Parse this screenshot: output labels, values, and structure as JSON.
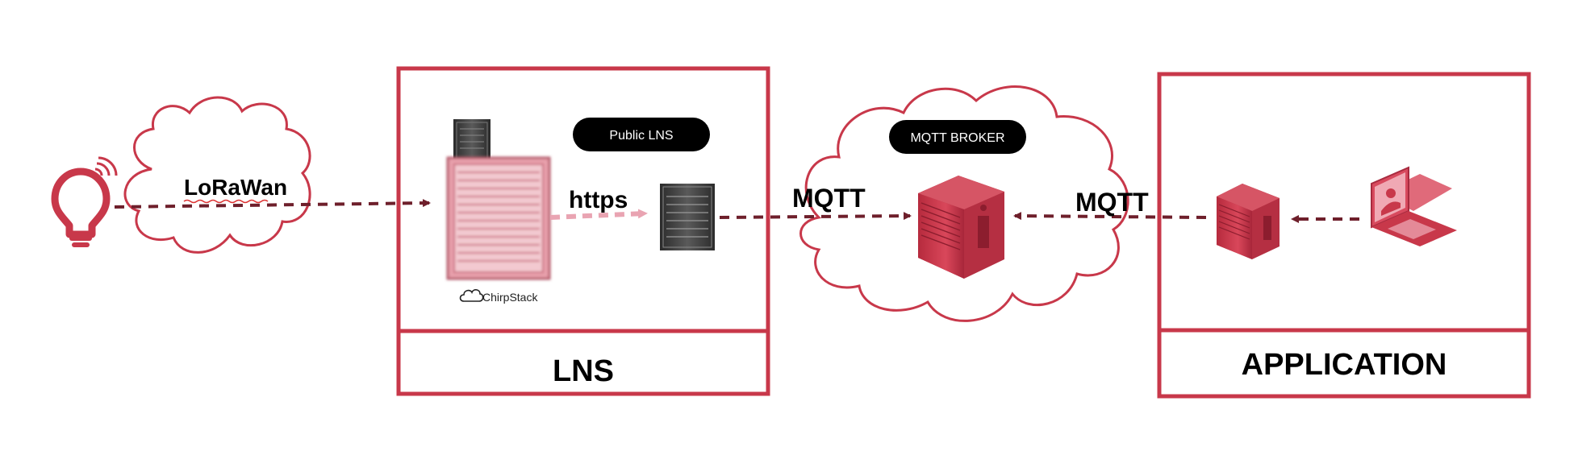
{
  "diagram": {
    "device": {
      "icon": "lightbulb-wireless-icon"
    },
    "lorawan_cloud": {
      "label": "LoRaWan"
    },
    "lns_box": {
      "badge": "Public LNS",
      "brand": "ChirpStack",
      "brand_icon": "cloud-icon",
      "footer_label": "LNS"
    },
    "https_label": "https",
    "broker_cloud": {
      "badge": "MQTT BROKER",
      "left_label": "MQTT",
      "right_label": "MQTT"
    },
    "application_box": {
      "footer_label": "APPLICATION",
      "laptop_icon": "laptop-user-icon"
    },
    "colors": {
      "accent": "#c8384a",
      "arrow": "#6e1f2b",
      "arrow_light": "#e9a4b2",
      "badge_bg": "#000000",
      "badge_text": "#ffffff",
      "server_dark": "#3a3a3a"
    }
  }
}
